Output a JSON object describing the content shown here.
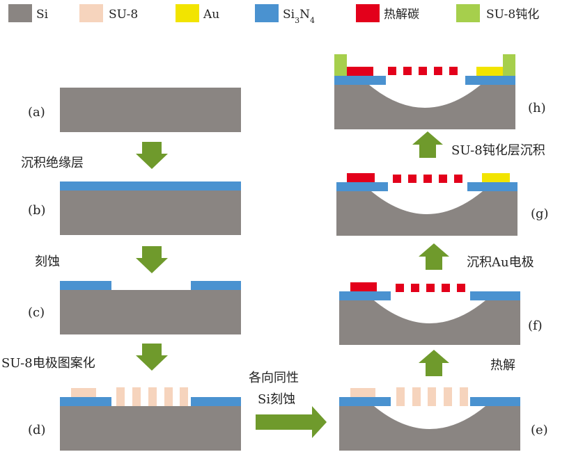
{
  "legend": [
    {
      "key": "si",
      "label": "Si",
      "color": "#8a8582"
    },
    {
      "key": "su8",
      "label": "SU-8",
      "color": "#f6d4bd"
    },
    {
      "key": "au",
      "label": "Au",
      "color": "#f2e400"
    },
    {
      "key": "si3n4",
      "label": "Si3N4",
      "color": "#4a92d0"
    },
    {
      "key": "pyc",
      "label": "热解碳",
      "color": "#e3001b"
    },
    {
      "key": "pass",
      "label": "SU-8钝化",
      "color": "#a6cf4c"
    }
  ],
  "steps": {
    "a": "(a)",
    "b": "(b)",
    "c": "(c)",
    "d": "(d)",
    "e": "(e)",
    "f": "(f)",
    "g": "(g)",
    "h": "(h)"
  },
  "processes": {
    "deposit_insulation": "沉积绝缘层",
    "etch": "刻蚀",
    "su8_patterning": "SU-8电极图案化",
    "isotropic_line1": "各向同性",
    "isotropic_line2": "Si刻蚀",
    "pyrolysis": "热解",
    "deposit_au": "沉积Au电极",
    "su8_passivation": "SU-8钝化层沉积"
  },
  "colors": {
    "arrow": "#6f9a2c",
    "cavity": "#ffffff"
  }
}
